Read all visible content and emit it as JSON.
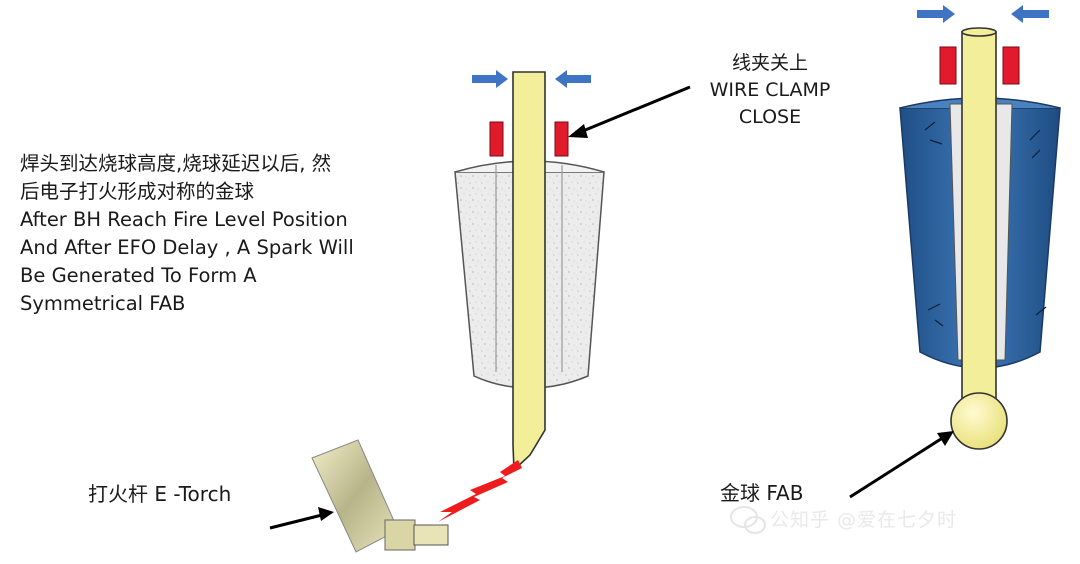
{
  "description": {
    "line1": "焊头到达烧球高度,烧球延迟以后, 然",
    "line2": "后电子打火形成对称的金球",
    "line3": "After BH Reach Fire Level Position",
    "line4": "And After EFO Delay , A Spark Will",
    "line5": "Be Generated To Form A",
    "line6": "Symmetrical FAB"
  },
  "wire_clamp_label": {
    "cn": "线夹关上",
    "en1": "WIRE CLAMP",
    "en2": "CLOSE"
  },
  "torch_label": "打火杆 E -Torch",
  "fab_label": "金球 FAB",
  "watermark": "公知乎 @爱在七夕时",
  "colors": {
    "wire": "#f2ee9a",
    "wire_outline": "#333333",
    "clamp": "#e11b2b",
    "arrow": "#3f74c4",
    "spark": "#ee1c1c",
    "capillary_gray": "#e6e6e6",
    "capillary_blue": "#2d5f98"
  }
}
